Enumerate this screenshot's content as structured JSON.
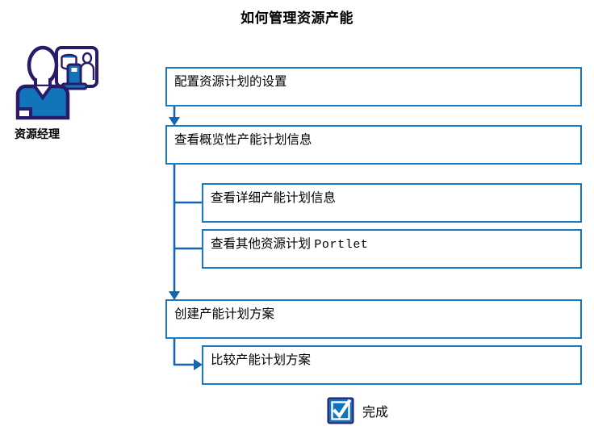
{
  "title": "如何管理资源产能",
  "role": {
    "label": "资源经理",
    "icon": "resource-manager-person-icon",
    "colors": {
      "outline": "#2b1a68",
      "body": "#1275bc",
      "panel_accent": "#1275bc"
    }
  },
  "colors": {
    "box_border": "#1779c4",
    "connector": "#1565b0",
    "icon_outline": "#2b1a68",
    "icon_fill": "#1275bc",
    "text": "#000000",
    "background": "#ffffff"
  },
  "steps": [
    {
      "id": "configure-resource-plan-settings",
      "label": "配置资源计划的设置",
      "level": 1
    },
    {
      "id": "view-overview-capacity-plan-info",
      "label": "查看概览性产能计划信息",
      "level": 1
    },
    {
      "id": "view-detailed-capacity-plan-info",
      "label": "查看详细产能计划信息",
      "level": 2
    },
    {
      "id": "view-other-resource-plan-portlet",
      "label": "查看其他资源计划 ",
      "label_mono": "Portlet",
      "level": 2
    },
    {
      "id": "create-capacity-plan-scenario",
      "label": "创建产能计划方案",
      "level": 1
    },
    {
      "id": "compare-capacity-plan-scenario",
      "label": "比较产能计划方案",
      "level": 2
    }
  ],
  "done": {
    "label": "完成",
    "icon": "checkbox-checked-icon"
  }
}
